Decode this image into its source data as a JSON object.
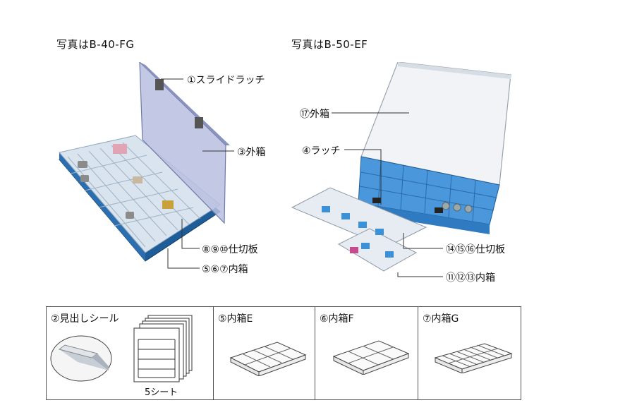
{
  "left_photo": {
    "caption": "写真はB-40-FG",
    "labels": {
      "slide_latch": "①スライドラッチ",
      "outer_box": "③外箱",
      "dividers": "⑧⑨⑩仕切板",
      "inner_boxes": "⑤⑥⑦内箱"
    }
  },
  "right_photo": {
    "caption": "写真はB-50-EF",
    "labels": {
      "outer_box": "⑰外箱",
      "latch": "④ラッチ",
      "dividers": "⑭⑮⑯仕切板",
      "inner_boxes": "⑪⑫⑬内箱"
    }
  },
  "parts": {
    "label_seal": {
      "title": "②見出しシール",
      "sheets": "5シート"
    },
    "inner_e": {
      "title": "⑤内箱E"
    },
    "inner_f": {
      "title": "⑥内箱F"
    },
    "inner_g": {
      "title": "⑦内箱G"
    }
  },
  "colors": {
    "case_blue_dark": "#1f5d99",
    "case_blue_light": "#4a97db",
    "lid_tint": "#b9bfe0"
  }
}
